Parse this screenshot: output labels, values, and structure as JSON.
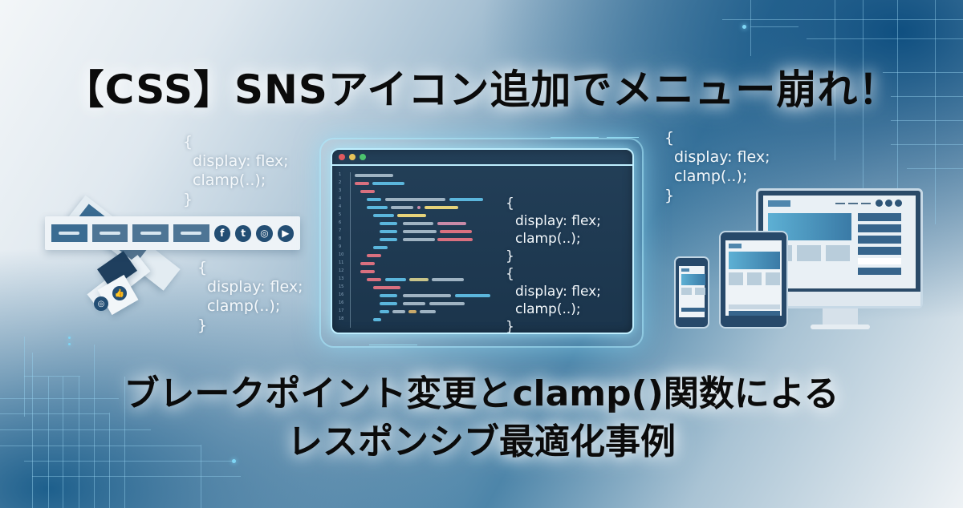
{
  "banner": {
    "title": "【CSS】SNSアイコン追加でメニュー崩れ！",
    "subtitle_line1": "ブレークポイント変更とclamp()関数による",
    "subtitle_line2": "レスポンシブ最適化事例"
  },
  "snippets": {
    "open_brace": "{",
    "close_brace": "}",
    "line1": "display: flex;",
    "line2": "clamp(..);"
  },
  "sns_icons": [
    {
      "name": "facebook",
      "glyph": "f"
    },
    {
      "name": "twitter",
      "glyph": "t"
    },
    {
      "name": "instagram",
      "glyph": "◎"
    },
    {
      "name": "youtube",
      "glyph": "▶"
    }
  ],
  "editor": {
    "window_dots": [
      "#e05a5f",
      "#e8c45a",
      "#4cc46e"
    ],
    "line_numbers": [
      "1",
      "2",
      "3",
      "4",
      "4",
      "5",
      "6",
      "7",
      "8",
      "9",
      "10",
      "11",
      "12",
      "13",
      "15",
      "16",
      "16",
      "17",
      "18"
    ]
  },
  "colors": {
    "code_blue": "#5bb6dc",
    "code_red": "#d9707f",
    "code_gray": "#9fb3c2",
    "code_yellow": "#e6d37a",
    "code_pink": "#c98aa8",
    "nav_blue": "#3b6c92",
    "dark_navy": "#234e74"
  }
}
